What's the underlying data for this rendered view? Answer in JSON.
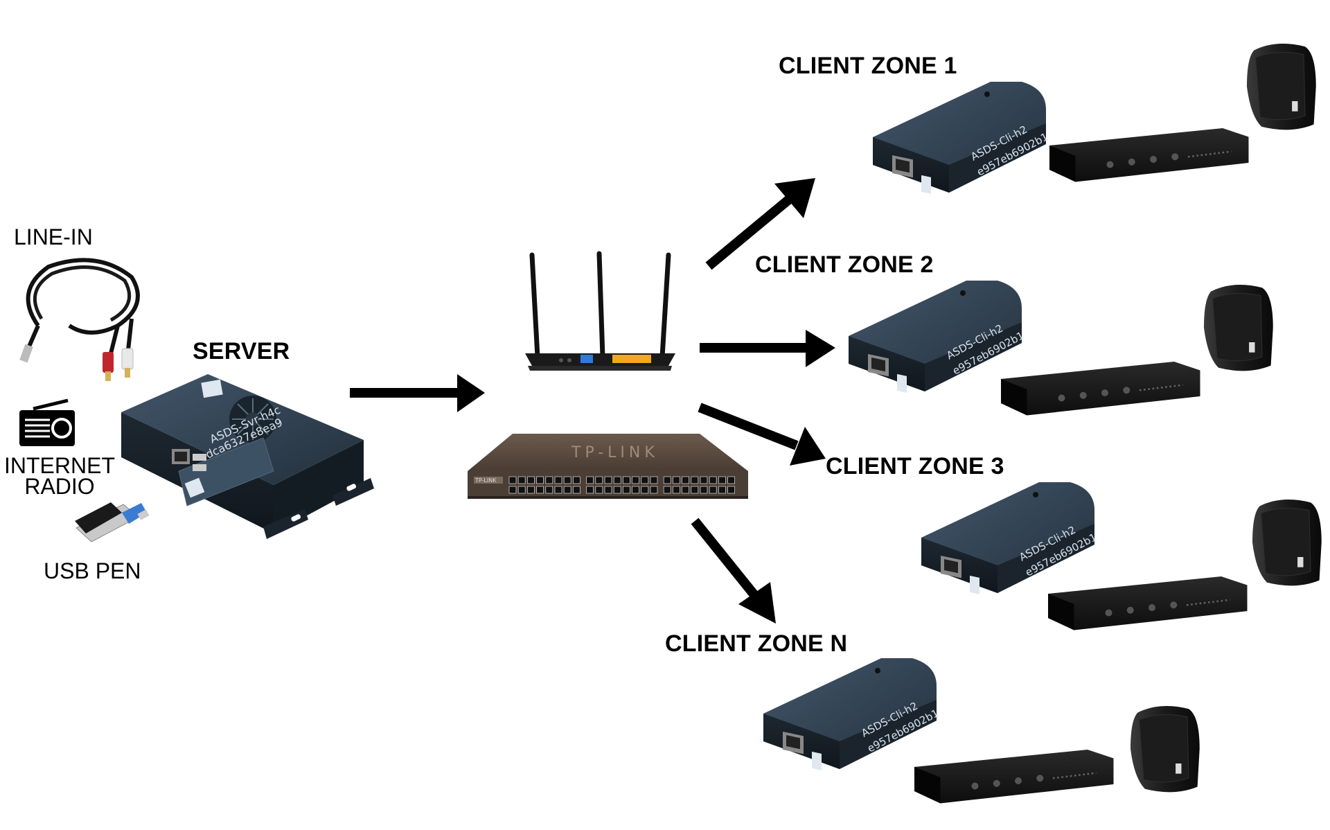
{
  "sources": {
    "line_in": "LINE-IN",
    "internet_radio_line1": "INTERNET",
    "internet_radio_line2": "RADIO",
    "usb_pen": "USB PEN"
  },
  "server": {
    "label": "SERVER",
    "device_text_1": "ASDS-Svr-h4c",
    "device_text_2": "dca6327e8ea9"
  },
  "network": {
    "switch_brand": "TP-LINK"
  },
  "zones": [
    {
      "label": "CLIENT ZONE 1",
      "device_text_1": "ASDS-Cli-h2",
      "device_text_2": "e957eb6902b1"
    },
    {
      "label": "CLIENT ZONE 2",
      "device_text_1": "ASDS-Cli-h2",
      "device_text_2": "e957eb6902b1"
    },
    {
      "label": "CLIENT ZONE 3",
      "device_text_1": "ASDS-Cli-h2",
      "device_text_2": "e957eb6902b1"
    },
    {
      "label": "CLIENT ZONE N",
      "device_text_1": "ASDS-Cli-h2",
      "device_text_2": "e957eb6902b1"
    }
  ],
  "colors": {
    "device_body": "#2f3e4e",
    "device_top": "#3a4c5e",
    "arrow": "#000000",
    "switch_body": "#5a4a3f"
  }
}
